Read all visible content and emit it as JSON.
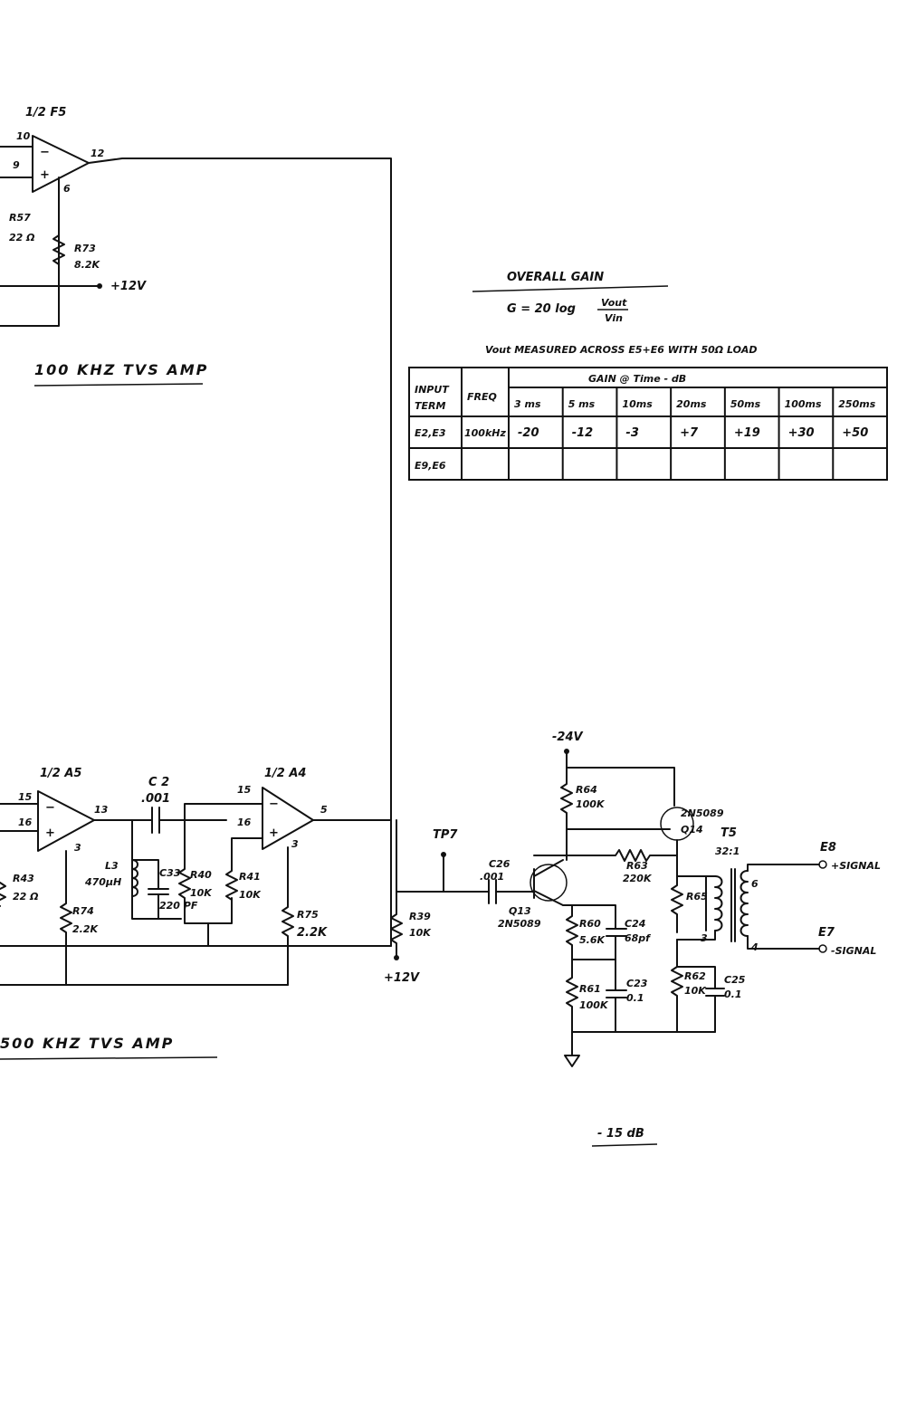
{
  "amp_top": {
    "chip": "1/2 F5",
    "pin_in_a": "10",
    "pin_in_b": "9",
    "pin_out": "12",
    "pin_6": "6",
    "r57": "R57",
    "r57_val": "22 Ω",
    "r73": "R73",
    "r73_val": "8.2K",
    "supply": "+12V",
    "title": "100 KHZ  TVS  AMP"
  },
  "gain": {
    "heading": "OVERALL  GAIN",
    "formula_lhs": "G =  20 log",
    "formula_frac_num": "Vout",
    "formula_frac_den": "Vin",
    "note": "Vout  MEASURED  ACROSS  E5+E6  WITH  50Ω  LOAD",
    "header_input": "INPUT\nTERM",
    "header_input_1": "INPUT",
    "header_input_2": "TERM",
    "header_freq": "FREQ",
    "header_group": "GAIN @ Time  -  dB",
    "columns": [
      "3 ms",
      "5 ms",
      "10ms",
      "20ms",
      "50ms",
      "100ms",
      "250ms"
    ],
    "rows": [
      {
        "term": "E2,E3",
        "freq": "100kHz",
        "values": [
          "-20",
          "-12",
          "-3",
          "+7",
          "+19",
          "+30",
          "+50"
        ]
      },
      {
        "term": "E9,E6",
        "freq": "",
        "values": [
          "",
          "",
          "",
          "",
          "",
          "",
          ""
        ]
      }
    ]
  },
  "amp_bottom": {
    "chip_a": "1/2 A5",
    "pin_15": "15",
    "pin_16": "16",
    "pin_13": "13",
    "pin_3": "3",
    "r43": "R43",
    "r43_val": "22 Ω",
    "r74": "R74",
    "r74_val": "2.2K",
    "c2": "C 2",
    "c2_val": ".001",
    "l3": "L3",
    "l3_val": "470µH",
    "c33": "C33",
    "c33_val": "220 PF",
    "r40": "R40",
    "r40_val": "10K",
    "r41": "R41",
    "r41_val": "10K",
    "chip_b": "1/2 A4",
    "pin_b_15": "15",
    "pin_b_16": "16",
    "pin_b_3": "3",
    "pin_b_out": "5",
    "r75": "R75",
    "r75_val": "2.2K",
    "r39": "R39",
    "r39_val": "10K",
    "supply": "+12V",
    "title": "500 KHZ  TVS  AMP"
  },
  "driver": {
    "tp": "TP7",
    "c26": "C26",
    "c26_val": ".001",
    "q13": "Q13",
    "q13_type": "2N5089",
    "supply": "-24V",
    "r64": "R64",
    "r64_val": "100K",
    "q14_type": "2N5089",
    "q14": "Q14",
    "t5": "T5",
    "ratio": "32:1",
    "r63": "R63",
    "r63_val": "220K",
    "r65": "R65",
    "r60": "R60",
    "r60_val": "5.6K",
    "c24": "C24",
    "c24_val": "68pf",
    "r61": "R61",
    "r61_val": "100K",
    "c23": "C23",
    "c23_val": "0.1",
    "r62": "R62",
    "r62_val": "10K",
    "c25": "C25",
    "c25_val": "0.1",
    "pin_6": "6",
    "pin_4": "4",
    "pin_3": "3",
    "e8": "E8",
    "e8_sig": "+SIGNAL",
    "e7": "E7",
    "e7_sig": "-SIGNAL"
  },
  "footer": {
    "level": "- 15 dB"
  }
}
